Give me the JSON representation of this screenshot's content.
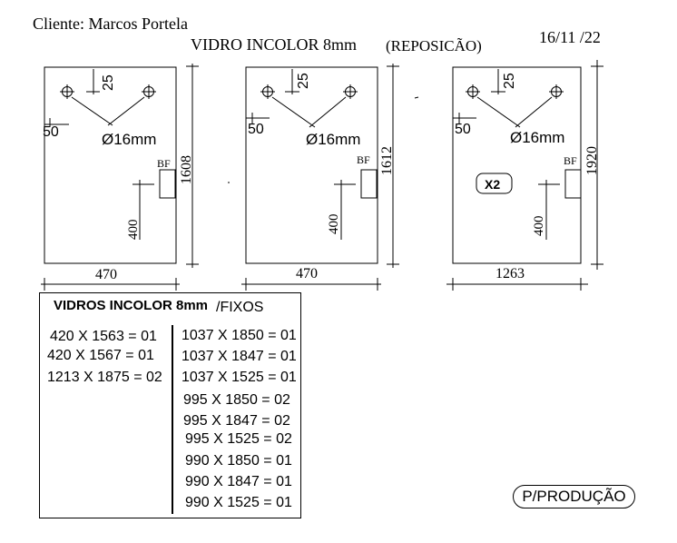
{
  "header": {
    "client": "Cliente: Marcos Portela",
    "title": "VIDRO INCOLOR 8mm",
    "subtitle": "(REPOSICÃO)",
    "date": "16/11 /22"
  },
  "panels": [
    {
      "width_label": "470",
      "height_label": "1608",
      "offset_top": "25",
      "offset_left": "50",
      "hole_label": "Ø16mm",
      "bf_label": "BF",
      "bf_height": "400",
      "badge": ""
    },
    {
      "width_label": "470",
      "height_label": "1612",
      "offset_top": "25",
      "offset_left": "50",
      "hole_label": "Ø16mm",
      "bf_label": "BF",
      "bf_height": "400",
      "badge": ""
    },
    {
      "width_label": "1263",
      "height_label": "1920",
      "offset_top": "25",
      "offset_left": "50",
      "hole_label": "Ø16mm",
      "bf_label": "BF",
      "bf_height": "400",
      "badge": "X2"
    }
  ],
  "fixos": {
    "title_bold": "VIDROS INCOLOR 8mm",
    "title_rest": "/FIXOS",
    "left": [
      "420 X 1563 = 01",
      "420 X 1567 = 01",
      "1213 X 1875 = 02"
    ],
    "right": [
      "1037 X 1850 = 01",
      "1037 X 1847 = 01",
      "1037 X 1525 = 01",
      "995 X 1850 = 02",
      "995 X 1847 = 02",
      "995 X 1525 = 02",
      "990 X 1850 = 01",
      "990 X 1847 = 01",
      "990 X 1525 = 01"
    ]
  },
  "stamp": "P/PRODUÇÃO"
}
